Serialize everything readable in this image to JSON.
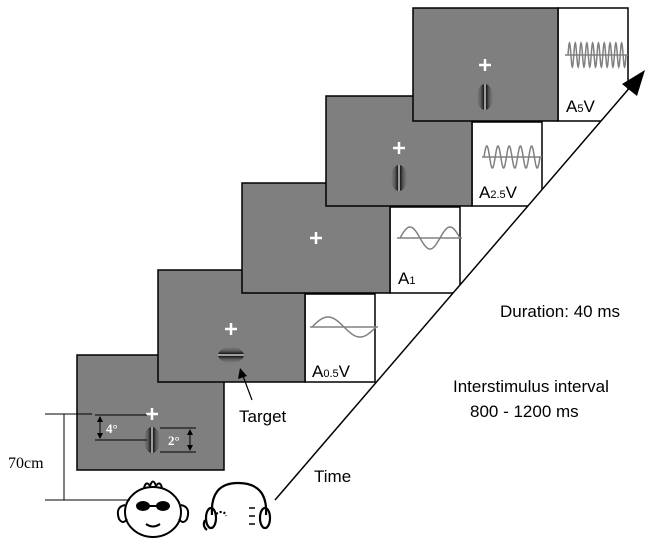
{
  "labels": {
    "amp_5": "A5V",
    "amp_2_5": "A2.5V",
    "amp_1": "A1",
    "amp_0_5": "A0.5V",
    "duration": "Duration: 40 ms",
    "isi_line1": "Interstimulus interval",
    "isi_line2": "800 - 1200 ms",
    "target": "Target",
    "time": "Time",
    "distance": "70cm",
    "angle_fixation": "4°",
    "angle_gabor": "2°"
  },
  "amplitude_labels": [
    {
      "base": "A",
      "sub": "5",
      "suffix": "V"
    },
    {
      "base": "A",
      "sub": "2.5",
      "suffix": "V"
    },
    {
      "base": "A",
      "sub": "1",
      "suffix": ""
    },
    {
      "base": "A",
      "sub": "0.5",
      "suffix": "V"
    }
  ],
  "icons": [
    "fixation-cross-icon",
    "gabor-patch-icon",
    "sine-wave-icon",
    "head-icon",
    "headphones-icon",
    "arrow-icon"
  ],
  "colors": {
    "screen_fill": "#7f7f7f",
    "stroke": "#000000",
    "wave": "#808080",
    "fixation": "#ffffff"
  }
}
